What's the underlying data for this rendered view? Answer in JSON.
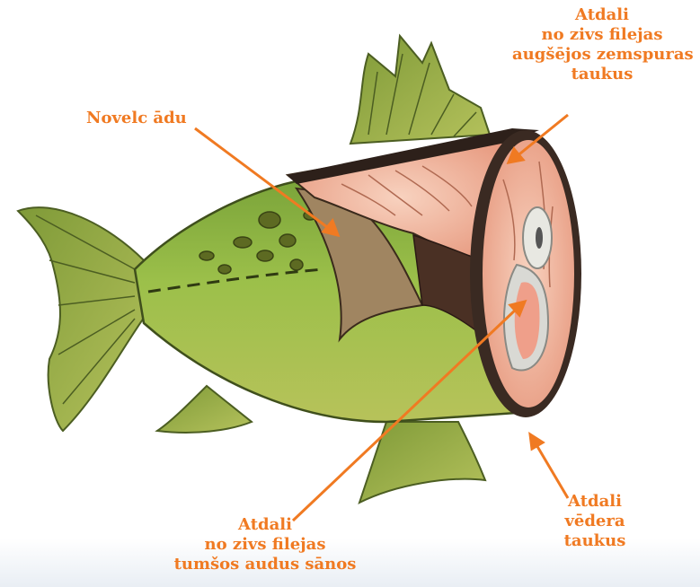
{
  "labels": {
    "top_fat": [
      "Atdali",
      "no zivs filejas",
      "augšējos zemspuras",
      "taukus"
    ],
    "skin": "Novelc ādu",
    "dark_tissue": [
      "Atdali",
      "no zivs filejas",
      "tumšos audus sānos"
    ],
    "belly_fat": [
      "Atdali",
      "vēdera",
      "taukus"
    ]
  },
  "colors": {
    "label_text": "#f07a22",
    "arrow": "#f07a22",
    "fish_body": "#8fae3c",
    "fin": "#6f8e30",
    "flesh": "#f1b79a",
    "skin_dark": "#3a2a22"
  }
}
